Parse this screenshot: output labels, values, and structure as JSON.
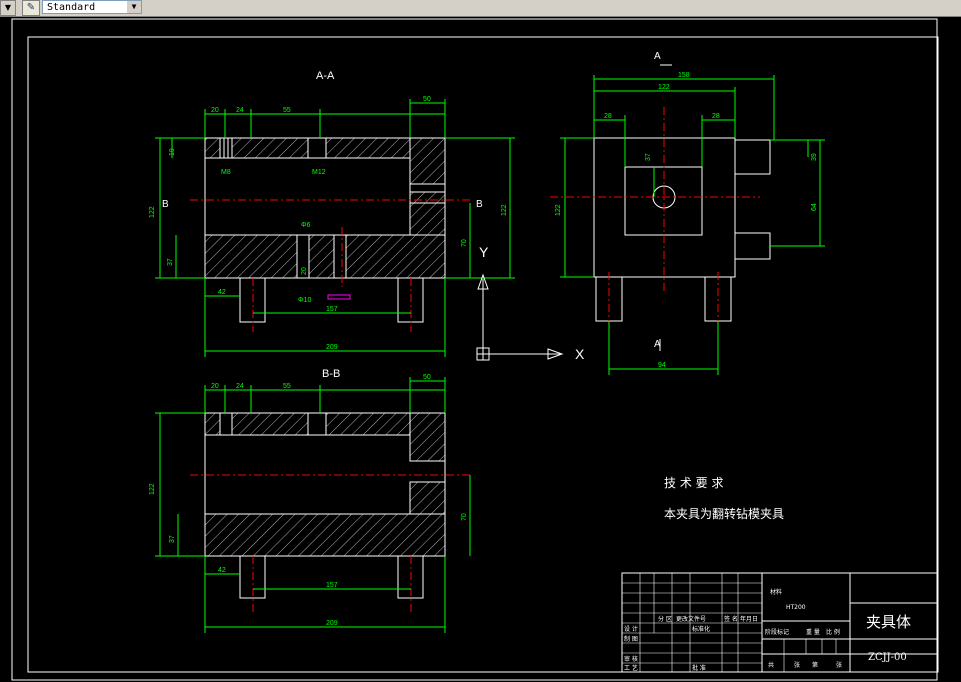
{
  "toolbar": {
    "style_select_value": "Standard",
    "dropdown_arrow": "▼",
    "layer_icon": "layer-icon"
  },
  "drawing": {
    "view_aa_label": "A-A",
    "view_bb_label": "B-B",
    "section_b_left": "B",
    "section_b_right": "B",
    "section_a_top": "A",
    "section_a_bottom": "A",
    "ucs_y": "Y",
    "ucs_x": "X",
    "dims_top_aa": [
      "20",
      "24",
      "55",
      "50"
    ],
    "dims_top_bb": [
      "20",
      "24",
      "55",
      "50"
    ],
    "dims_aa": {
      "overall_width": "209",
      "overall_height": "122",
      "height_19": "19",
      "height_37": "37",
      "height_70": "70",
      "bottom_42": "42",
      "bottom_157": "157",
      "hole_m8": "M8",
      "hole_m12": "M12",
      "d10": "Φ10",
      "d20": "20",
      "d6": "Φ6"
    },
    "dims_bb": {
      "overall_width": "209",
      "overall_height": "122",
      "height_37": "37",
      "height_70": "70",
      "bottom_42": "42",
      "bottom_157": "157"
    },
    "dims_right": {
      "top_158": "158",
      "top_122": "122",
      "left_28": "28",
      "right_28": "28",
      "side_122": "122",
      "side_39": "39",
      "side_64": "64",
      "center_37": "37",
      "bottom_94": "94"
    },
    "tech_req_title": "技 术 要 求",
    "tech_req_body": "本夹具为翻转钻模夹具"
  },
  "title_block": {
    "material_label": "材料",
    "material_value": "HT200",
    "part_name": "夹具体",
    "drawing_no": "ZCJJ-00",
    "row_labels": [
      "设 计",
      "制 图",
      "审 核",
      "工 艺"
    ],
    "header_labels": [
      "分 区",
      "更改文件号",
      "签 名",
      "年月日"
    ],
    "std_label": "标准化",
    "approve_label": "批 准",
    "stage_labels": [
      "阶段标记",
      "重 量",
      "比 例"
    ],
    "sheet_labels": [
      "共",
      "张",
      "第",
      "张"
    ]
  },
  "colors": {
    "background": "#000000",
    "outline": "#ffffff",
    "dimension": "#00ff00",
    "centerline": "#ff0000",
    "hatch": "#ffffff",
    "special": "#ff00ff",
    "toolbar": "#d4d0c8"
  }
}
